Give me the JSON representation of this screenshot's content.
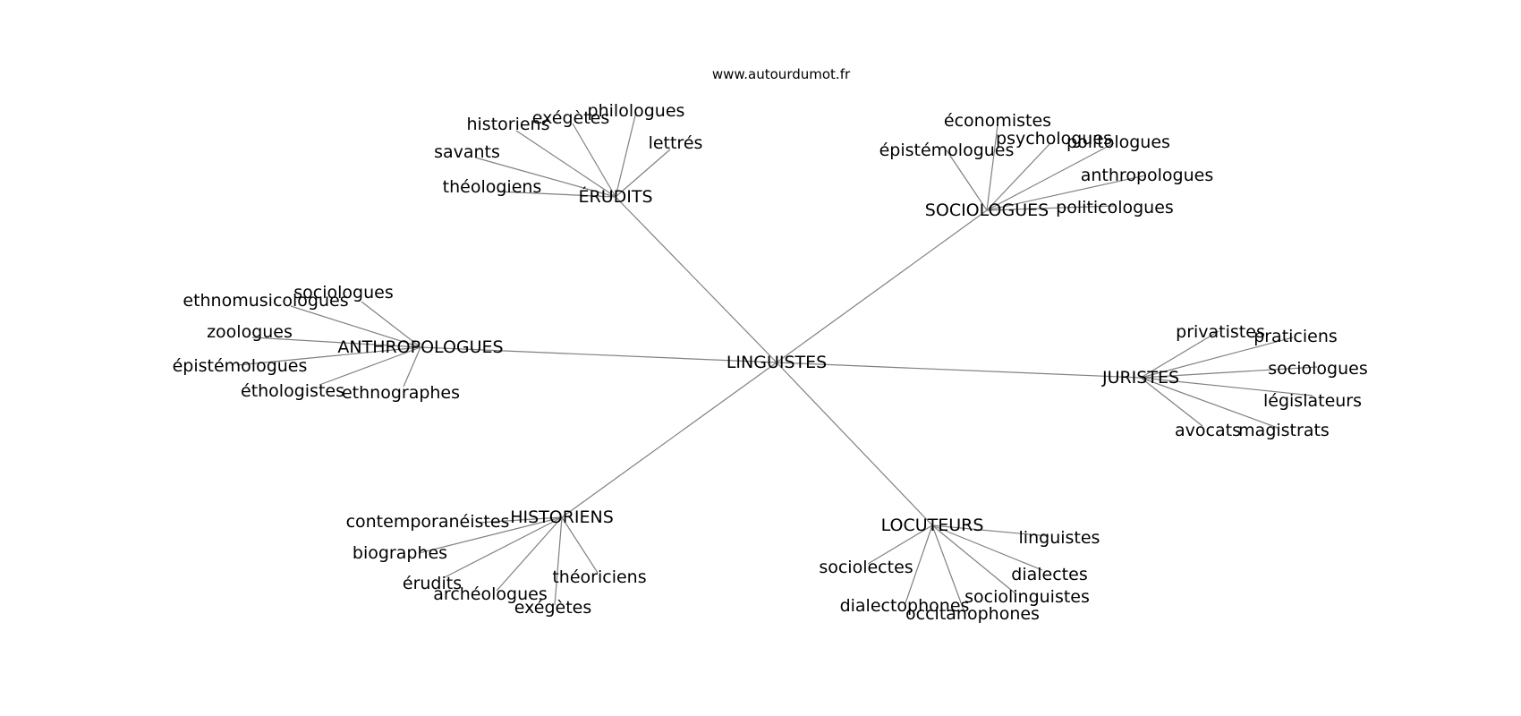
{
  "watermark": "www.autourdumot.fr",
  "colors": {
    "edge": "#808080",
    "text": "#000000",
    "background": "#ffffff"
  },
  "graph": {
    "center": "LINGUISTES",
    "groups": [
      {
        "id": "erudits",
        "label": "ÉRUDITS",
        "leaves": [
          "philologues",
          "exégètes",
          "historiens",
          "lettrés",
          "savants",
          "théologiens"
        ]
      },
      {
        "id": "sociologues",
        "label": "SOCIOLOGUES",
        "leaves": [
          "économistes",
          "psychologues",
          "épistémologues",
          "politologues",
          "anthropologues",
          "politicologues"
        ]
      },
      {
        "id": "anthropologues",
        "label": "ANTHROPOLOGUES",
        "leaves": [
          "sociologues",
          "ethnomusicologues",
          "zoologues",
          "épistémologues",
          "éthologistes",
          "ethnographes"
        ]
      },
      {
        "id": "juristes",
        "label": "JURISTES",
        "leaves": [
          "privatistes",
          "praticiens",
          "sociologues",
          "législateurs",
          "avocats",
          "magistrats"
        ]
      },
      {
        "id": "historiens",
        "label": "HISTORIENS",
        "leaves": [
          "contemporanéistes",
          "biographes",
          "érudits",
          "archéologues",
          "exégètes",
          "théoriciens"
        ]
      },
      {
        "id": "locuteurs",
        "label": "LOCUTEURS",
        "leaves": [
          "linguistes",
          "sociolectes",
          "dialectes",
          "sociolinguistes",
          "dialectophones",
          "occitanophones"
        ]
      }
    ]
  }
}
